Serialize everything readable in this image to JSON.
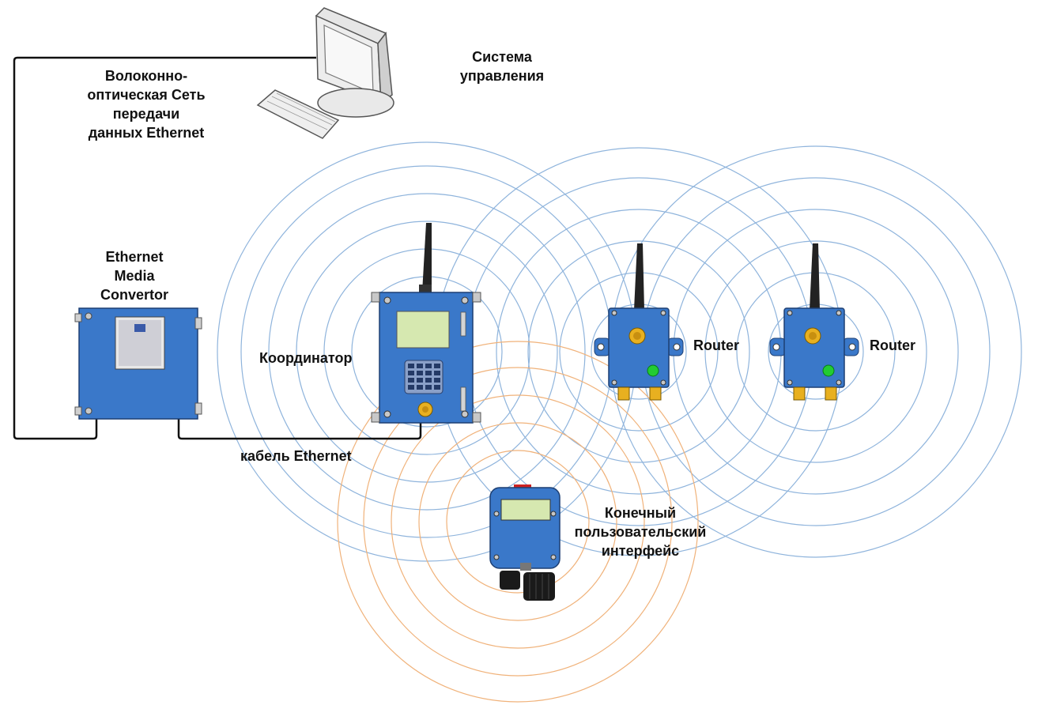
{
  "labels": {
    "control_system": [
      "Система",
      "управления"
    ],
    "fiber_network": [
      "Волоконно-",
      "оптическая Сеть",
      "передачи",
      "данных Ethernet"
    ],
    "media_convertor": [
      "Ethernet",
      "Media",
      "Convertor"
    ],
    "coordinator": "Координатор",
    "router_1": "Router",
    "router_2": "Router",
    "ethernet_cable": "кабель Ethernet",
    "end_user_interface": [
      "Конечный",
      "пользовательский",
      "интерфейс"
    ]
  },
  "colors": {
    "coverage_blue": "#8fb4dc",
    "coverage_orange": "#f0b27a",
    "device_blue": "#3a78c9",
    "device_edge": "#1d3f73",
    "display_green": "#d6e8b0",
    "led_green": "#22cc33",
    "connector_gold": "#e8b020",
    "cable": "#111111"
  }
}
